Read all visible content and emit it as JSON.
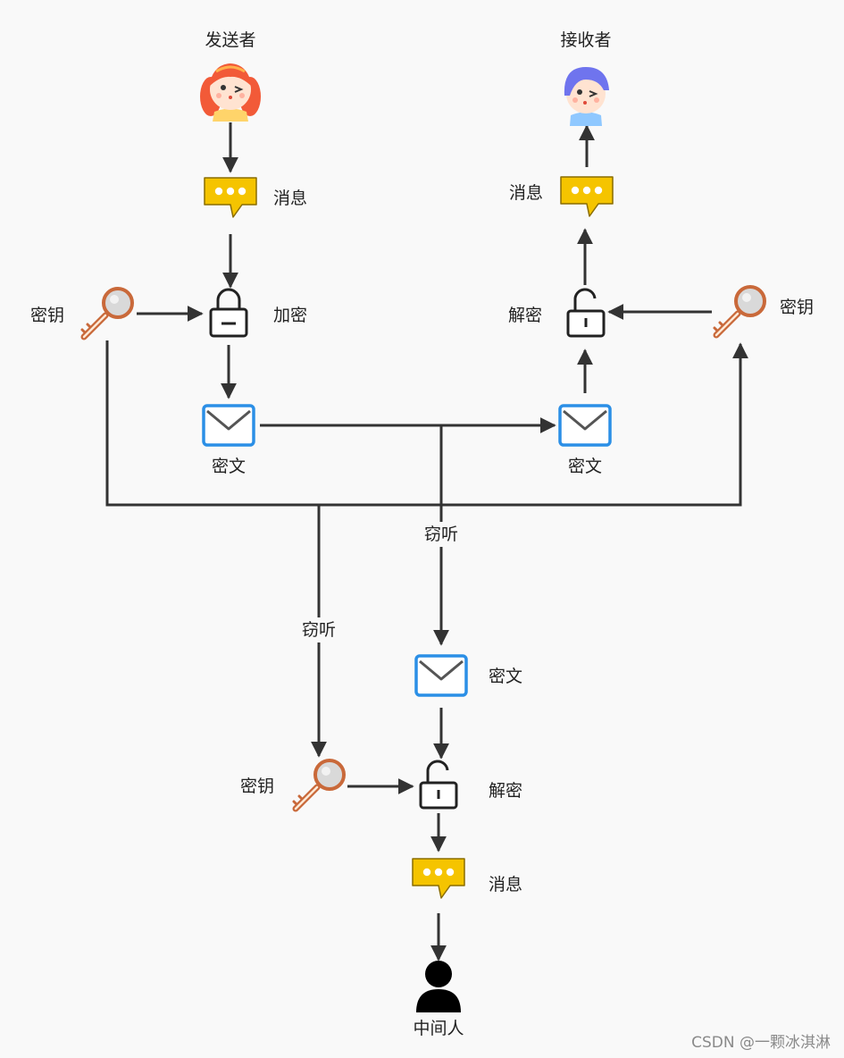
{
  "labels": {
    "sender": "发送者",
    "receiver": "接收者",
    "sender_message": "消息",
    "receiver_message": "消息",
    "sender_key": "密钥",
    "receiver_key": "密钥",
    "encrypt": "加密",
    "receiver_decrypt": "解密",
    "sender_ciphertext": "密文",
    "receiver_ciphertext": "密文",
    "eavesdrop_cipher": "窃听",
    "eavesdrop_key": "窃听",
    "mitm_ciphertext": "密文",
    "mitm_key": "密钥",
    "mitm_decrypt": "解密",
    "mitm_message": "消息",
    "mitm": "中间人"
  },
  "watermark": "CSDN @一颗冰淇淋",
  "colors": {
    "line": "#333333",
    "message_bubble": "#f5c400",
    "envelope": "#2b8fe6",
    "key": "#c9693a",
    "lock": "#222222"
  }
}
